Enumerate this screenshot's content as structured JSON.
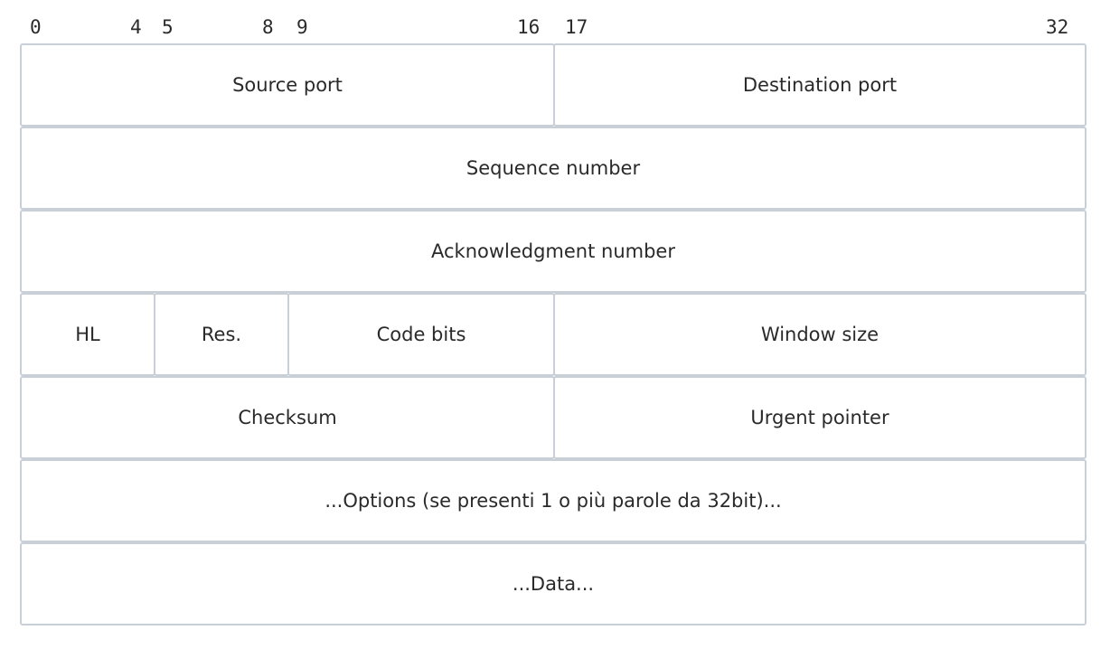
{
  "bit_labels": [
    "0",
    "4",
    "5",
    "8",
    "9",
    "16",
    "17",
    "32"
  ],
  "rows": [
    {
      "cells": [
        "Source port",
        "Destination port"
      ]
    },
    {
      "cells": [
        "Sequence number"
      ]
    },
    {
      "cells": [
        "Acknowledgment number"
      ]
    },
    {
      "cells": [
        "HL",
        "Res.",
        "Code bits",
        "Window size"
      ]
    },
    {
      "cells": [
        "Checksum",
        "Urgent pointer"
      ]
    },
    {
      "cells": [
        "...Options (se presenti 1 o più parole da 32bit)..."
      ]
    },
    {
      "cells": [
        "...Data..."
      ]
    }
  ]
}
